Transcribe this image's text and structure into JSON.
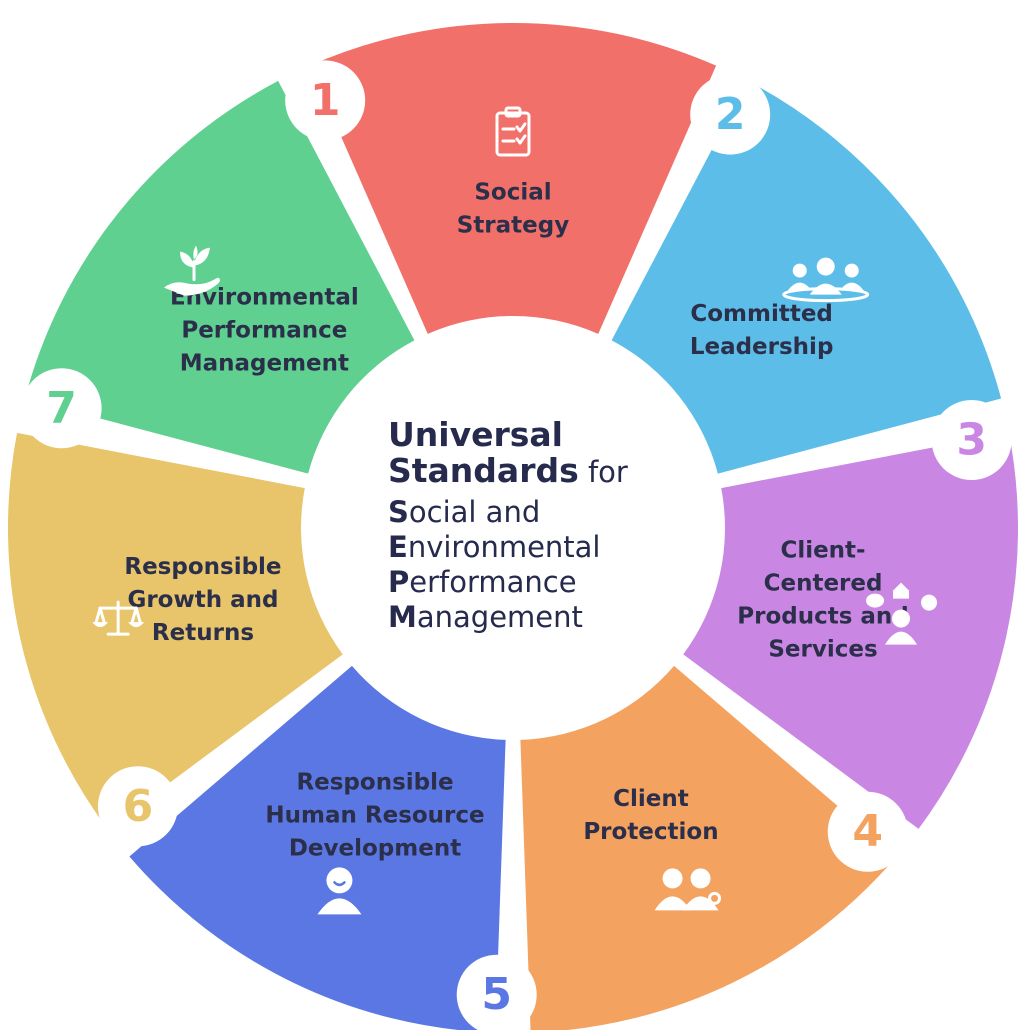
{
  "center": {
    "line1": "Universal",
    "line2": "Standards",
    "line2_suffix": " for",
    "rows": [
      {
        "lead": "S",
        "rest": "ocial and"
      },
      {
        "lead": "E",
        "rest": "nvironmental"
      },
      {
        "lead": "P",
        "rest": "erformance"
      },
      {
        "lead": "M",
        "rest": "anagement"
      }
    ]
  },
  "segments": [
    {
      "number": "1",
      "lines": [
        "Social",
        "Strategy"
      ],
      "color": "#f2706a",
      "icon": "clipboard-checklist-icon"
    },
    {
      "number": "2",
      "lines": [
        "Committed",
        "Leadership"
      ],
      "color": "#5bbde8",
      "icon": "leadership-team-icon"
    },
    {
      "number": "3",
      "lines": [
        "Client-",
        "Centered",
        "Products and",
        "Services"
      ],
      "color": "#c987e3",
      "icon": "client-finance-icon"
    },
    {
      "number": "4",
      "lines": [
        "Client",
        "Protection"
      ],
      "color": "#f3a25f",
      "icon": "client-pair-icon"
    },
    {
      "number": "5",
      "lines": [
        "Responsible",
        "Human Resource",
        "Development"
      ],
      "color": "#5a77e3",
      "icon": "person-smile-icon"
    },
    {
      "number": "6",
      "lines": [
        "Responsible",
        "Growth and",
        "Returns"
      ],
      "color": "#e8c46a",
      "icon": "balance-scale-icon"
    },
    {
      "number": "7",
      "lines": [
        "Environmental",
        "Performance",
        "Management"
      ],
      "color": "#5fd090",
      "icon": "hand-plant-icon"
    }
  ]
}
